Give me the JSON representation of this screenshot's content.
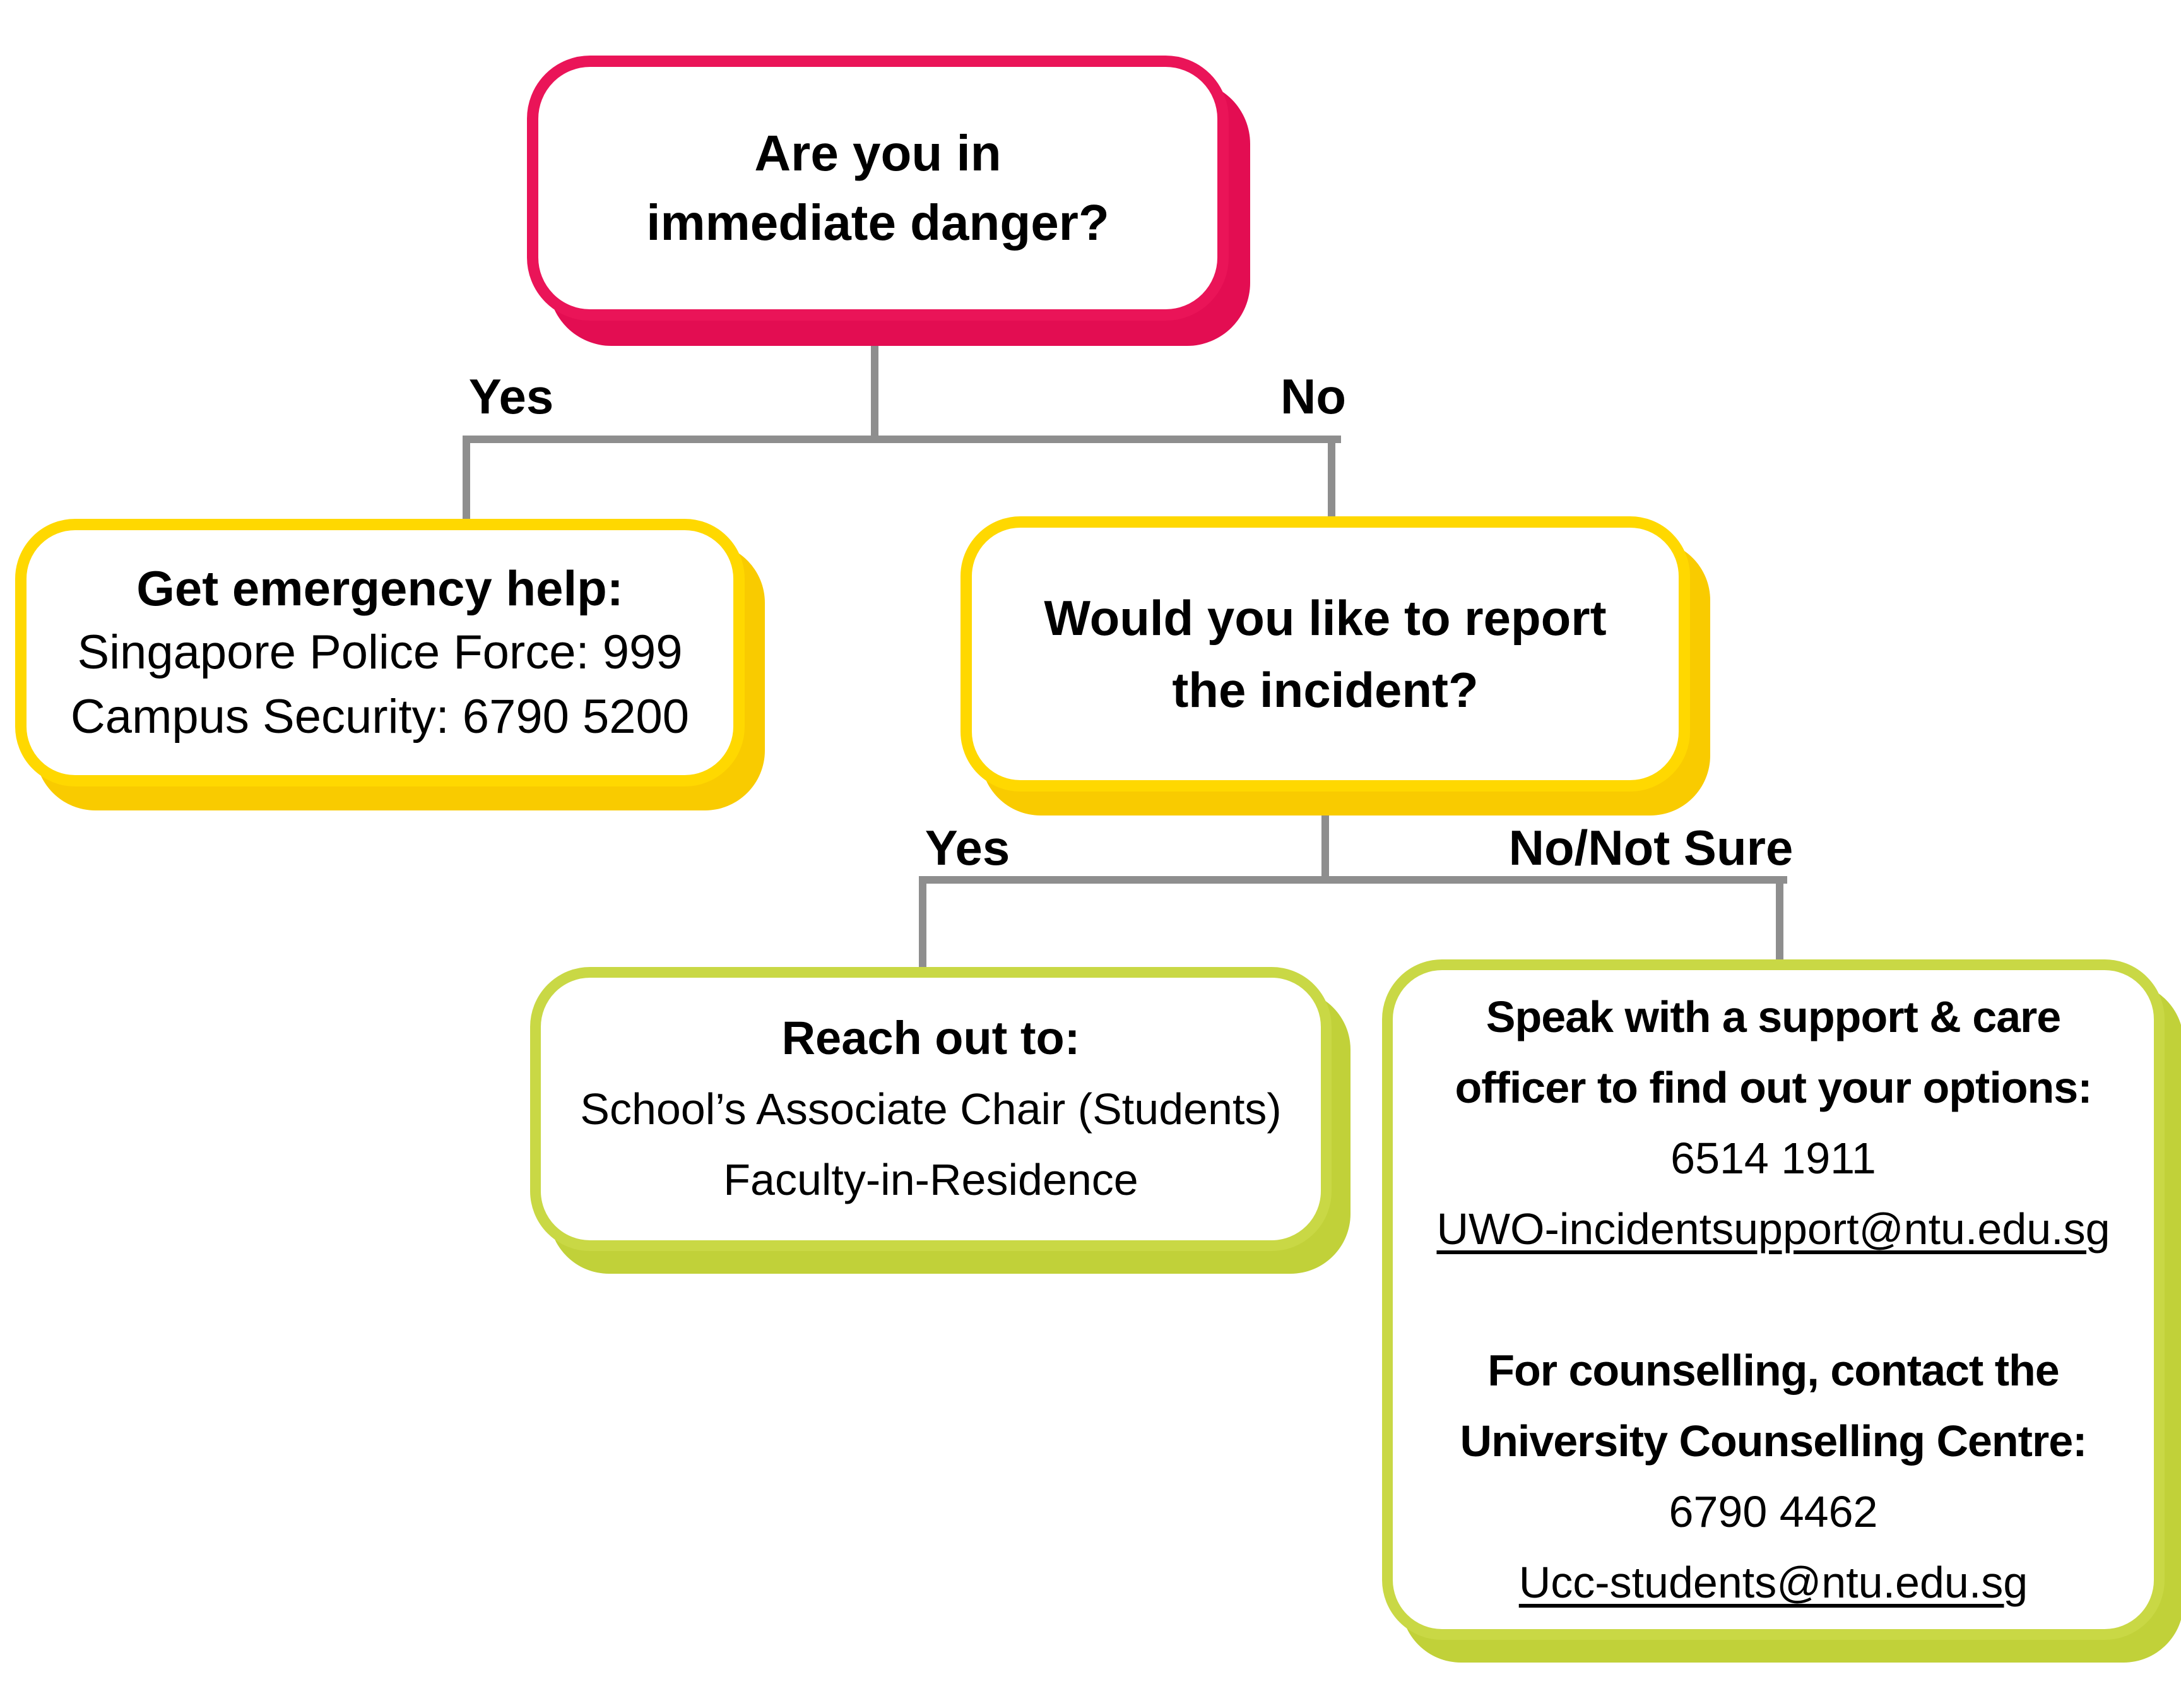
{
  "flowchart": {
    "root_question": {
      "line1": "Are you in",
      "line2": "immediate danger?"
    },
    "labels": {
      "yes1": "Yes",
      "no1": "No",
      "yes2": "Yes",
      "no2": "No/Not Sure"
    },
    "emergency_box": {
      "heading": "Get emergency help:",
      "line1": "Singapore Police Force: 999",
      "line2": "Campus Security: 6790 5200"
    },
    "report_question": {
      "line1": "Would you like to report",
      "line2": "the incident?"
    },
    "reach_out_box": {
      "heading": "Reach out to:",
      "line1": "School’s Associate Chair (Students)",
      "line2": "Faculty-in-Residence"
    },
    "support_box": {
      "heading_line1": "Speak with a support & care",
      "heading_line2": "officer to find out your options:",
      "phone": "6514 1911",
      "email": "UWO-incidentsupport@ntu.edu.sg",
      "counselling_heading_line1": "For counselling, contact the",
      "counselling_heading_line2": "University Counselling Centre:",
      "counselling_phone": "6790 4462",
      "counselling_email": "Ucc-students@ntu.edu.sg"
    },
    "colors": {
      "root_border": "#EA1458",
      "root_shadow": "#E30D52",
      "level2_border": "#FFD800",
      "level2_shadow": "#F9CB00",
      "level3_border": "#C9D845",
      "level3_shadow": "#C1D139",
      "connector_gray": "#8E8E8E",
      "text": "#000000",
      "background": "#FFFFFF"
    }
  }
}
